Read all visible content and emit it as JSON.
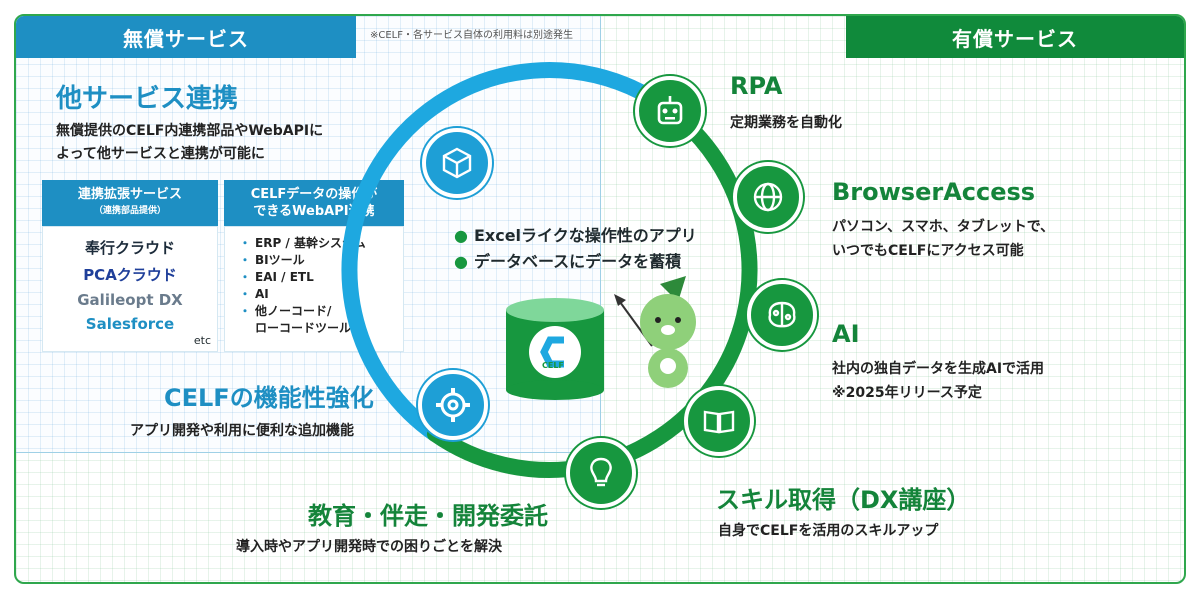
{
  "header": {
    "free_label": "無償サービス",
    "paid_label": "有償サービス",
    "note": "※CELF・各サービス自体の利用料は別途発生"
  },
  "free": {
    "integration": {
      "title": "他サービス連携",
      "desc_line1": "無償提供のCELF内連携部品やWebAPIに",
      "desc_line2": "よって他サービスと連携が可能に"
    },
    "box1": {
      "title": "連携拡張サービス",
      "subtitle": "（連携部品提供）",
      "logos": [
        "奉行クラウド",
        "PCAクラウド",
        "Galileopt DX",
        "Salesforce"
      ],
      "etc": "etc"
    },
    "box2": {
      "title_line1": "CELFデータの操作が",
      "title_line2": "できるWebAPI連携",
      "items": [
        "ERP / 基幹システム",
        "BIツール",
        "EAI / ETL",
        "AI",
        "他ノーコード/",
        "ローコードツール"
      ]
    },
    "function": {
      "title": "CELFの機能性強化",
      "desc": "アプリ開発や利用に便利な追加機能"
    }
  },
  "center": {
    "bullets": [
      "Excelライクな操作性のアプリ",
      "データベースにデータを蓄積"
    ],
    "db_label": "CELF"
  },
  "paid": {
    "rpa": {
      "title": "RPA",
      "desc": "定期業務を自動化"
    },
    "browser": {
      "title": "BrowserAccess",
      "desc_line1": "パソコン、スマホ、タブレットで、",
      "desc_line2": "いつでもCELFにアクセス可能"
    },
    "ai": {
      "title": "AI",
      "desc_line1": "社内の独自データを生成AIで活用",
      "desc_line2": "※2025年リリース予定"
    },
    "skill": {
      "title": "スキル取得（DX講座）",
      "desc": "自身でCELFを活用のスキルアップ"
    },
    "education": {
      "title": "教育・伴走・開発委託",
      "desc": "導入時やアプリ開発時での困りごとを解決"
    }
  },
  "icons": [
    "cube-network-icon",
    "gear-icon",
    "robot-icon",
    "globe-gear-icon",
    "brain-icon",
    "book-icon",
    "lightbulb-icon",
    "database-icon",
    "mascot-icon"
  ],
  "colors": {
    "free_blue": "#1e8fc3",
    "paid_green": "#108a3b",
    "ring_green": "#17973f",
    "ring_blue": "#1e9fd6"
  }
}
